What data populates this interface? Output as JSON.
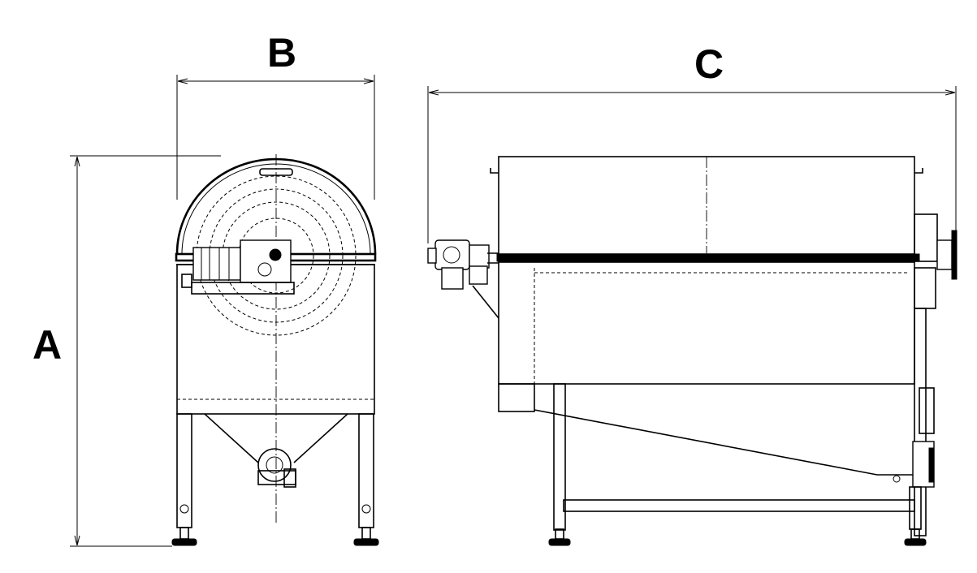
{
  "dimensions": {
    "A": "A",
    "B": "B",
    "C": "C"
  },
  "views": [
    "front-view",
    "side-view"
  ]
}
